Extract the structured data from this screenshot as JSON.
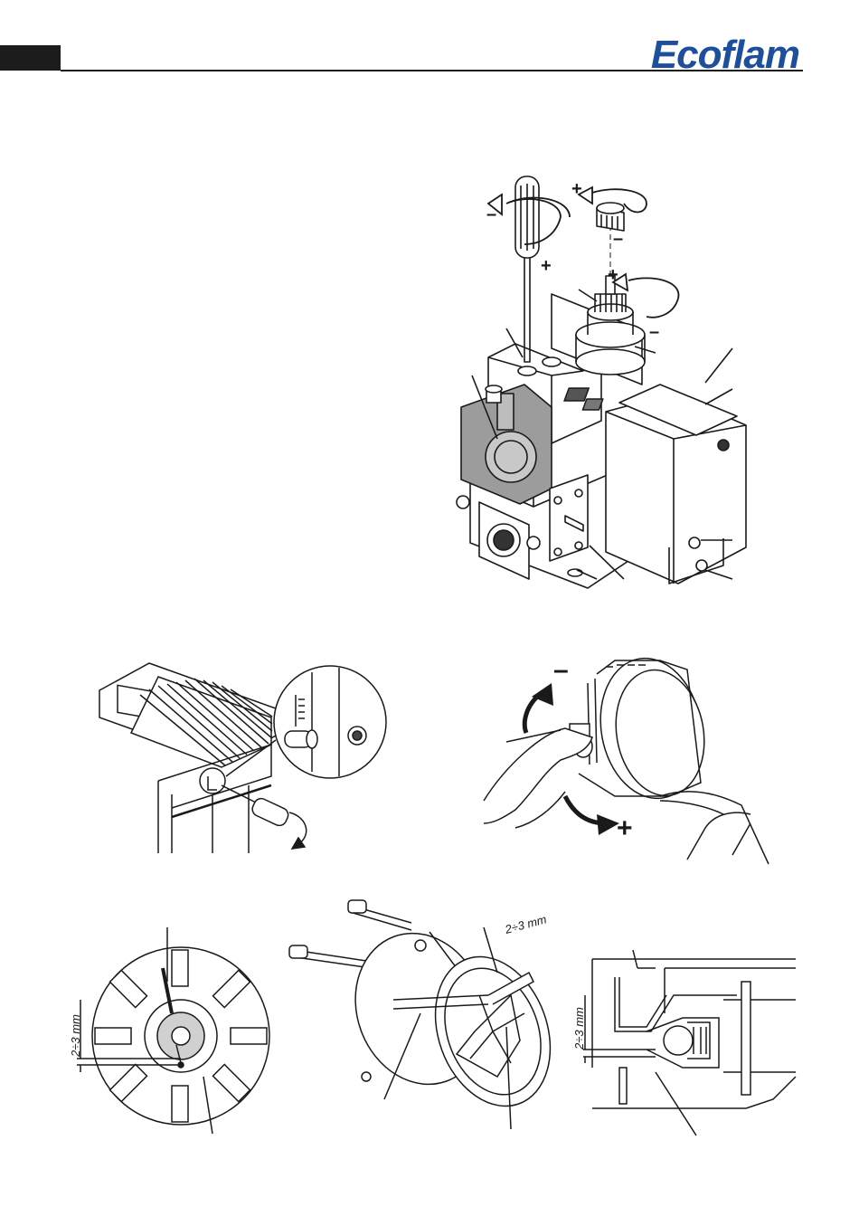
{
  "header": {
    "brand": "Ecoflam",
    "brand_color": "#1d4f9c"
  },
  "gas_valve_figure": {
    "labels": {
      "plus": "+",
      "minus": "–"
    },
    "icons": [
      "screwdriver-icon",
      "rotation-arrow-icon",
      "adjusting-cap-icon"
    ]
  },
  "air_damper_figure": {
    "icons": [
      "screwdriver-icon",
      "rotation-arrow-icon"
    ]
  },
  "air_regulator_figure": {
    "labels": {
      "minus": "–",
      "plus": "+"
    }
  },
  "diffuser_front_figure": {
    "dimension": "2÷3 mm"
  },
  "electrode_perspective_figure": {
    "dimension": "2÷3 mm"
  },
  "electrode_section_figure": {
    "dimension": "2÷3 mm"
  }
}
